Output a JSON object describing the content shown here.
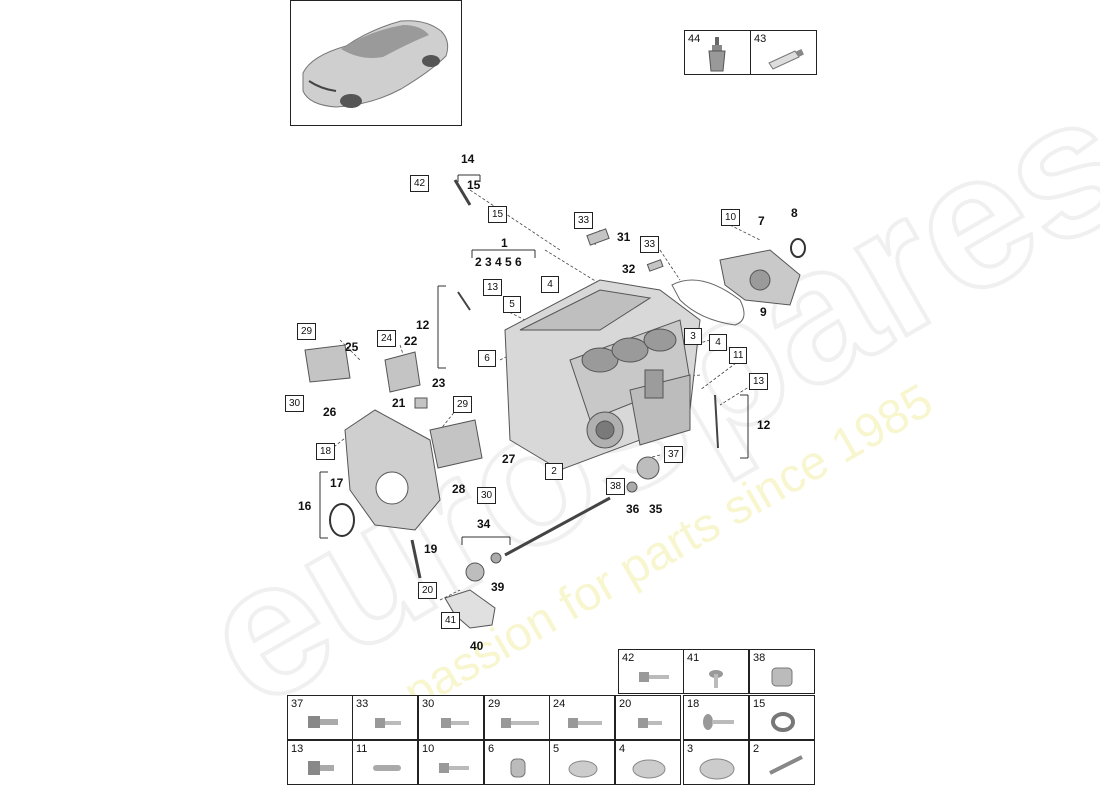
{
  "diagram": {
    "callouts": {
      "c1": "1",
      "c2_6": "2 3 4 5 6",
      "c7": "7",
      "c8": "8",
      "c9": "9",
      "c12a": "12",
      "c12b": "12",
      "c14": "14",
      "c15": "15",
      "c16": "16",
      "c17": "17",
      "c19": "19",
      "c21": "21",
      "c22": "22",
      "c23": "23",
      "c25": "25",
      "c26": "26",
      "c27": "27",
      "c28": "28",
      "c31": "31",
      "c32": "32",
      "c34": "34",
      "c35": "35",
      "c36": "36",
      "c39": "39",
      "c40": "40"
    },
    "boxed": {
      "b42": "42",
      "b15": "15",
      "b33a": "33",
      "b33b": "33",
      "b10": "10",
      "b4a": "4",
      "b13a": "13",
      "b5": "5",
      "b6": "6",
      "b3": "3",
      "b4b": "4",
      "b11": "11",
      "b13b": "13",
      "b29a": "29",
      "b24": "24",
      "b30a": "30",
      "b29b": "29",
      "b18": "18",
      "b37": "37",
      "b2": "2",
      "b38": "38",
      "b30b": "30",
      "b20": "20",
      "b41": "41"
    }
  },
  "top_table": [
    "44",
    "43"
  ],
  "parts_table": {
    "row1": [
      "42",
      "41",
      "38"
    ],
    "row2": [
      "37",
      "33",
      "30",
      "29",
      "24",
      "20",
      "18",
      "15"
    ],
    "row3": [
      "13",
      "11",
      "10",
      "6",
      "5",
      "4",
      "3",
      "2"
    ]
  },
  "watermark": {
    "brand": "eurospares",
    "tagline": "a passion for parts since 1985"
  }
}
